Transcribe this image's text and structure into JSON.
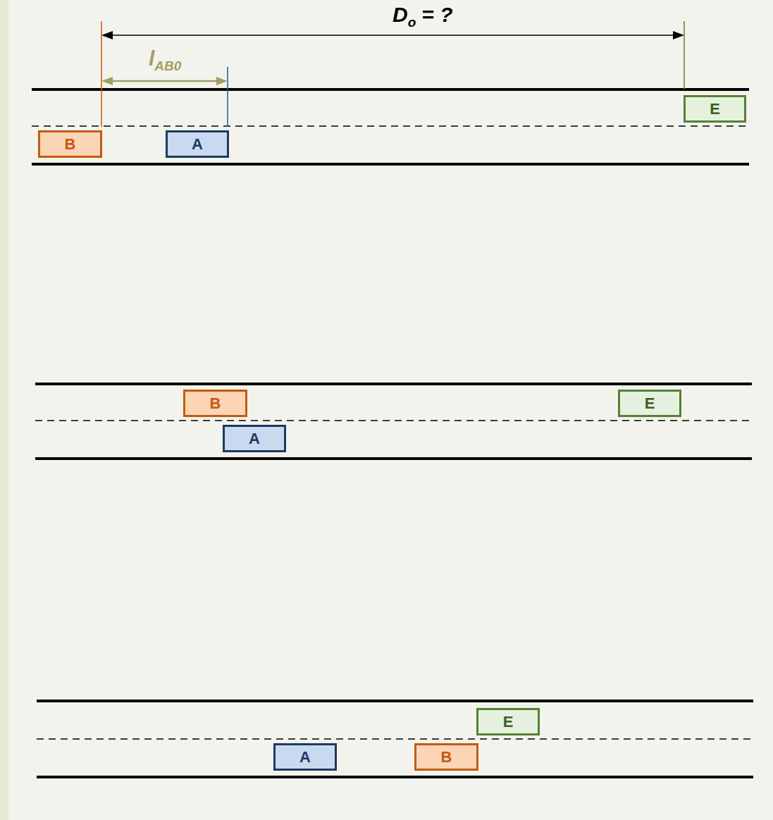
{
  "diagram": {
    "nodes": [
      {
        "text": [
          "E"
        ]
      },
      {
        "text": [
          "B"
        ]
      },
      {
        "text": [
          "A"
        ]
      },
      {
        "text": [
          "B"
        ]
      },
      {
        "text": [
          "E"
        ]
      },
      {
        "text": [
          "A"
        ]
      },
      {
        "text": [
          "E"
        ]
      },
      {
        "text": [
          "A"
        ]
      },
      {
        "text": [
          "B"
        ]
      }
    ],
    "labels": [
      "D",
      "o",
      "= ?",
      "l",
      "AB0"
    ]
  }
}
